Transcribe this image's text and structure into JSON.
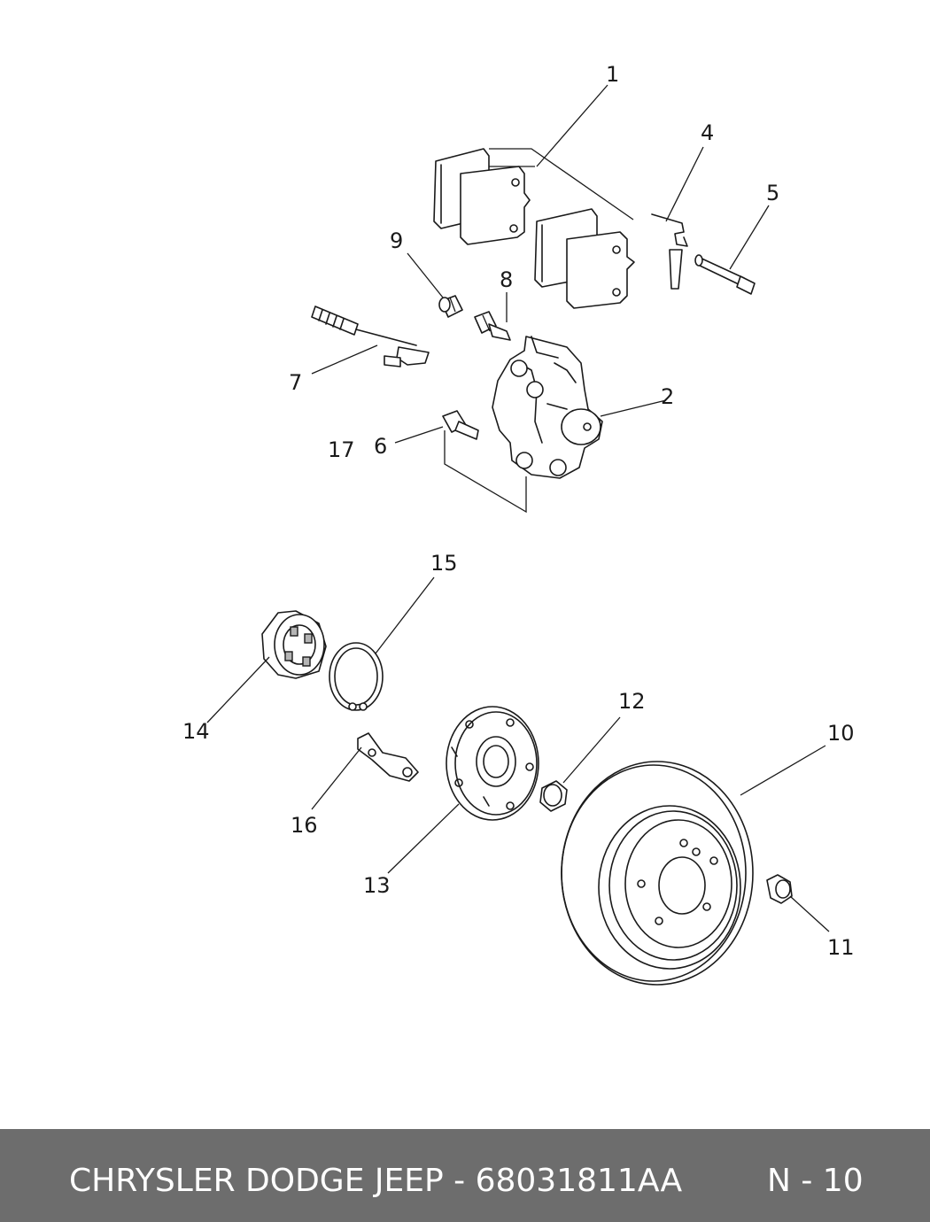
{
  "diagram": {
    "callouts": {
      "c1": "1",
      "c2": "2",
      "c4": "4",
      "c5": "5",
      "c6": "6",
      "c7": "7",
      "c8": "8",
      "c9": "9",
      "c10": "10",
      "c11": "11",
      "c12": "12",
      "c13": "13",
      "c14": "14",
      "c15": "15",
      "c16": "16",
      "c17": "17"
    }
  },
  "footer": {
    "brand_part": "CHRYSLER DODGE JEEP - 68031811AA",
    "page": "N - 10"
  }
}
